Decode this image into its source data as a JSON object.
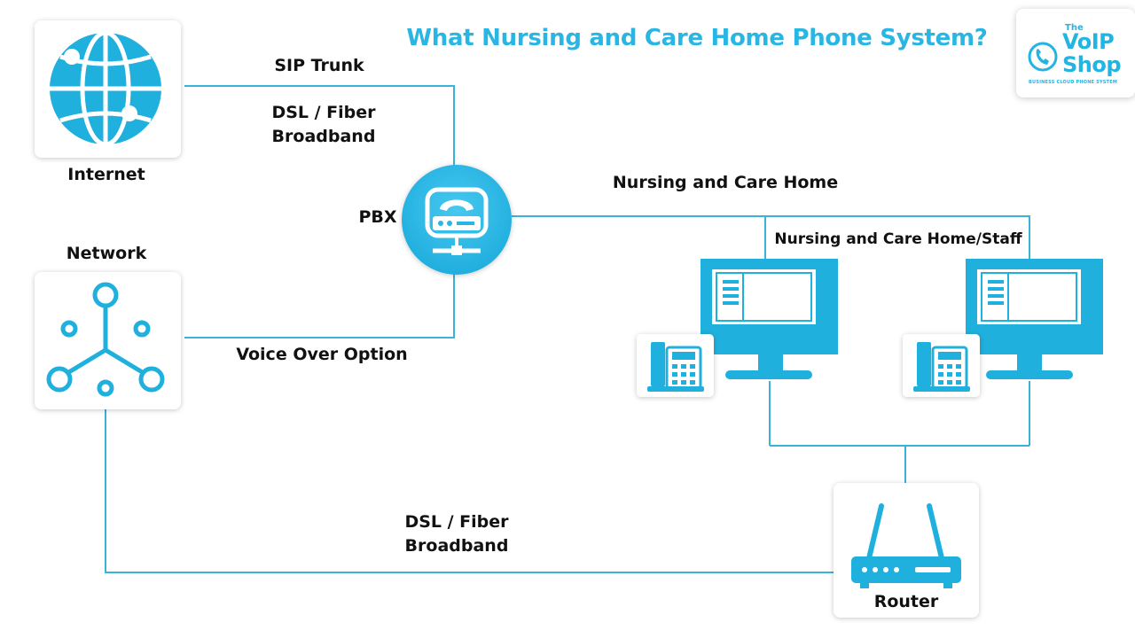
{
  "title": "What Nursing and Care Home Phone System?",
  "logo": {
    "the": "The",
    "voip": "VoIP",
    "shop": "Shop",
    "tagline": "BUSINESS CLOUD PHONE SYSTEM"
  },
  "nodes": {
    "internet": "Internet",
    "network": "Network",
    "pbx": "PBX",
    "router": "Router"
  },
  "links": {
    "sip_trunk": "SIP Trunk",
    "dsl_top_1": "DSL / Fiber",
    "dsl_top_2": "Broadband",
    "voice_over": "Voice Over Option",
    "dsl_bottom_1": "DSL / Fiber",
    "dsl_bottom_2": "Broadband"
  },
  "sites": {
    "care_home": "Nursing and Care Home",
    "staff": "Nursing and Care Home/Staff"
  },
  "colors": {
    "accent": "#29b6e3",
    "icon": "#1fb0dd",
    "line": "#3ab3da",
    "text": "#111111"
  },
  "icons": [
    "globe-icon",
    "network-hub-icon",
    "pbx-server-icon",
    "desktop-monitor-icon",
    "desk-phone-icon",
    "router-icon",
    "phone-signal-icon"
  ]
}
